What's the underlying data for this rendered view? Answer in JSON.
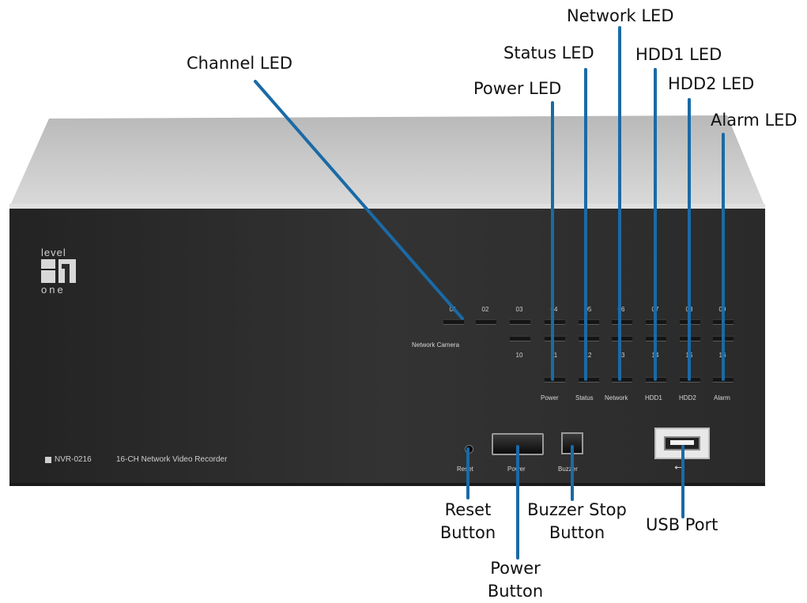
{
  "callouts": {
    "channel_led": "Channel LED",
    "power_led": "Power LED",
    "status_led": "Status LED",
    "network_led": "Network LED",
    "hdd1_led": "HDD1 LED",
    "hdd2_led": "HDD2 LED",
    "alarm_led": "Alarm LED",
    "reset_button": "Reset Button",
    "power_button": "Power Button",
    "buzzer_stop_button": "Buzzer Stop Button",
    "usb_port": "USB Port"
  },
  "device": {
    "brand_top": "level",
    "brand_bottom": "one",
    "model_label": "NVR-0216",
    "model_description": "16-CH Network Video Recorder",
    "network_camera_label": "Network Camera",
    "channel_numbers_top": [
      "01",
      "02",
      "03",
      "04",
      "05",
      "06",
      "07",
      "08",
      "09"
    ],
    "channel_numbers_bottom": [
      "10",
      "11",
      "12",
      "13",
      "14",
      "15",
      "16"
    ],
    "indicator_labels": [
      "Power",
      "Status",
      "Network",
      "HDD1",
      "HDD2",
      "Alarm"
    ],
    "button_labels": {
      "reset": "Reset",
      "power": "Power",
      "buzzer": "Buzzer"
    }
  },
  "colors": {
    "leader_line": "#1a6aa6",
    "front_panel": "#2b2b2b",
    "chassis_top": "#c4c4c4"
  }
}
